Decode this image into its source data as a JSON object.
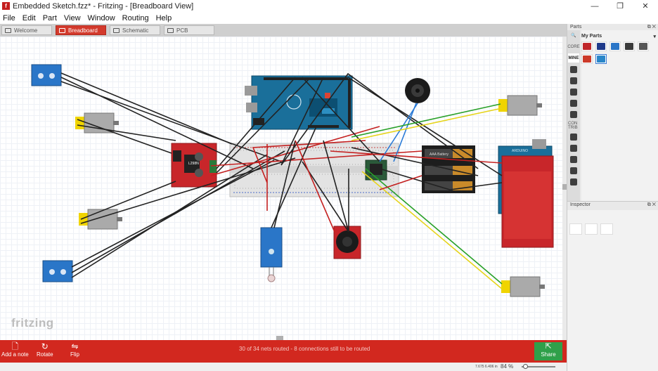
{
  "window": {
    "title": "Embedded Sketch.fzz* - Fritzing - [Breadboard View]",
    "app_icon_letter": "f",
    "controls": [
      "—",
      "❐",
      "✕"
    ]
  },
  "menu": [
    "File",
    "Edit",
    "Part",
    "View",
    "Window",
    "Routing",
    "Help"
  ],
  "tabs": [
    {
      "label": "Welcome",
      "active": false
    },
    {
      "label": "Breadboard",
      "active": true
    },
    {
      "label": "Schematic",
      "active": false
    },
    {
      "label": "PCB",
      "active": false
    }
  ],
  "canvas": {
    "logo": "fritzing",
    "parts": {
      "motor_driver_label": "L298N",
      "arduino_label": "ARDUINO",
      "battery_label": "AAA Battery"
    }
  },
  "bottom_toolbar": {
    "add_note": "Add a note",
    "rotate": "Rotate",
    "flip": "Flip",
    "routing_status": "30 of 34 nets routed - 8 connections still to be routed",
    "share": "Share"
  },
  "statusbar": {
    "coords": "7.675 6.406 in",
    "zoom": "84 %"
  },
  "parts_panel": {
    "title": "Parts",
    "section": "My Parts",
    "bins": [
      "CORE",
      "MINE",
      "CON TRIB"
    ],
    "thumb_colors": [
      "#c0262a",
      "#1f3a8a",
      "#2a76c8",
      "#3a3a3a",
      "#555555",
      "#cc3a2a",
      "#2a86c8"
    ]
  },
  "inspector_panel": {
    "title": "Inspector"
  },
  "colors": {
    "accent_red": "#d2281f",
    "share_green": "#2fa04a"
  }
}
